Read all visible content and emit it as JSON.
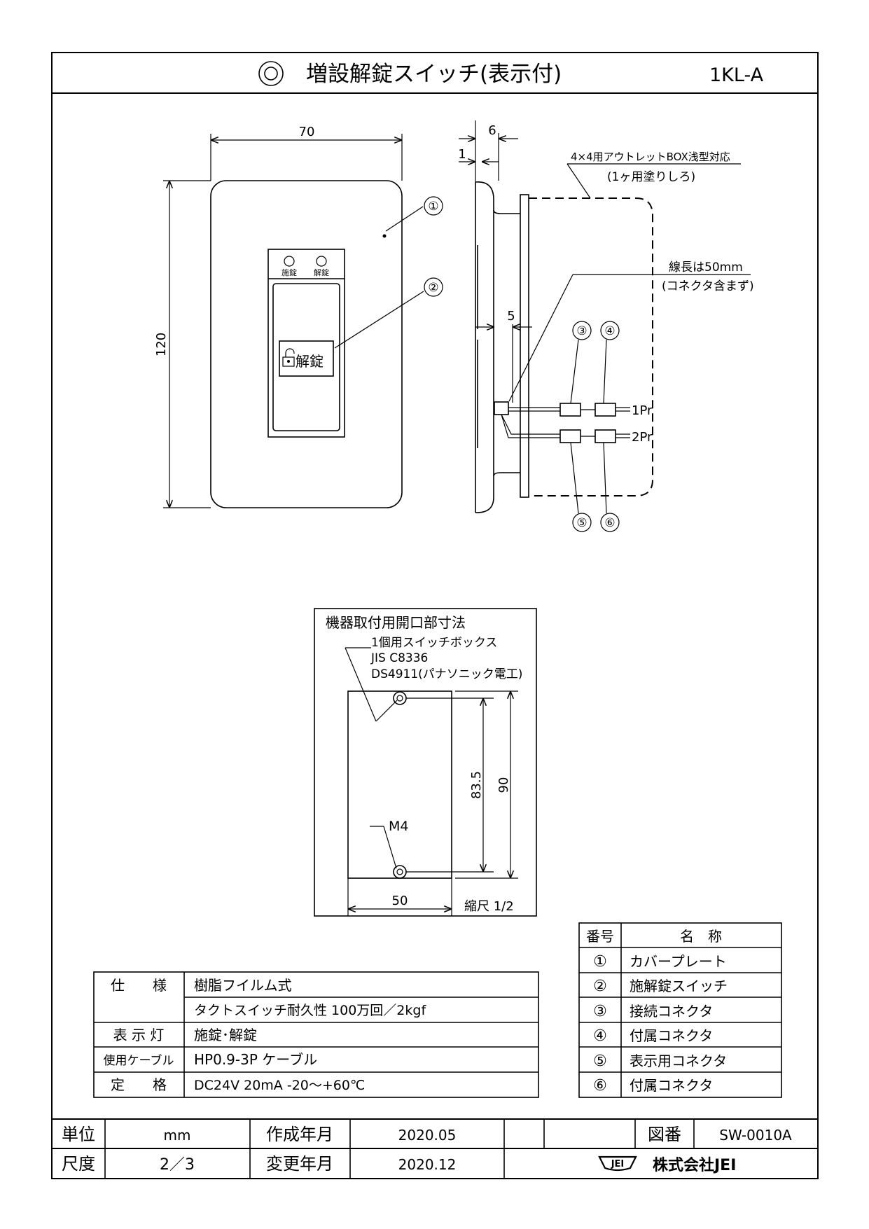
{
  "title": {
    "text": "増設解錠スイッチ(表示付)",
    "model": "1KL-A"
  },
  "front_view": {
    "dim_width": "70",
    "dim_height": "120",
    "indicator_lock": "施錠",
    "indicator_unlock": "解錠",
    "button_label": "解錠",
    "callout_1": "①",
    "callout_2": "②"
  },
  "side_view": {
    "dim_6": "6",
    "dim_1": "1",
    "dim_5": "5",
    "box_note_1": "4×4用アウトレットBOX浅型対応",
    "box_note_2": "(1ヶ用塗りしろ)",
    "wire_note_1": "線長は50mm",
    "wire_note_2": "(コネクタ含まず)",
    "callout_3": "③",
    "callout_4": "④",
    "callout_5": "⑤",
    "callout_6": "⑥",
    "wire_1": "1Pr",
    "wire_2": "2Pr"
  },
  "opening": {
    "title": "機器取付用開口部寸法",
    "box_line_1": "1個用スイッチボックス",
    "box_line_2": "JIS C8336",
    "box_line_3": "DS4911(パナソニック電工)",
    "screw": "M4",
    "dim_width": "50",
    "dim_pitch": "83.5",
    "dim_height": "90",
    "scale": "縮尺 1/2"
  },
  "spec_table": {
    "rows": [
      {
        "label": "仕　　様",
        "value": "樹脂フイルム式"
      },
      {
        "label": "",
        "value": "タクトスイッチ耐久性 100万回／2kgf"
      },
      {
        "label": "表 示 灯",
        "value": "施錠･解錠"
      },
      {
        "label": "使用ケーブル",
        "value": "HP0.9-3P ケーブル"
      },
      {
        "label": "定　　格",
        "value": "DC24V 20mA  -20～+60℃"
      }
    ]
  },
  "parts_table": {
    "header_no": "番号",
    "header_name": "名　称",
    "rows": [
      {
        "no": "①",
        "name": "カバープレート"
      },
      {
        "no": "②",
        "name": "施解錠スイッチ"
      },
      {
        "no": "③",
        "name": "接続コネクタ"
      },
      {
        "no": "④",
        "name": "付属コネクタ"
      },
      {
        "no": "⑤",
        "name": "表示用コネクタ"
      },
      {
        "no": "⑥",
        "name": "付属コネクタ"
      }
    ]
  },
  "title_block": {
    "unit_label": "単位",
    "unit_value": "mm",
    "created_label": "作成年月",
    "created_value": "2020.05",
    "drawing_no_label": "図番",
    "drawing_no_value": "SW-0010A",
    "scale_label": "尺度",
    "scale_value": "2／3",
    "changed_label": "変更年月",
    "changed_value": "2020.12",
    "company_logo": "JEI",
    "company_name": "株式会社JEI"
  }
}
